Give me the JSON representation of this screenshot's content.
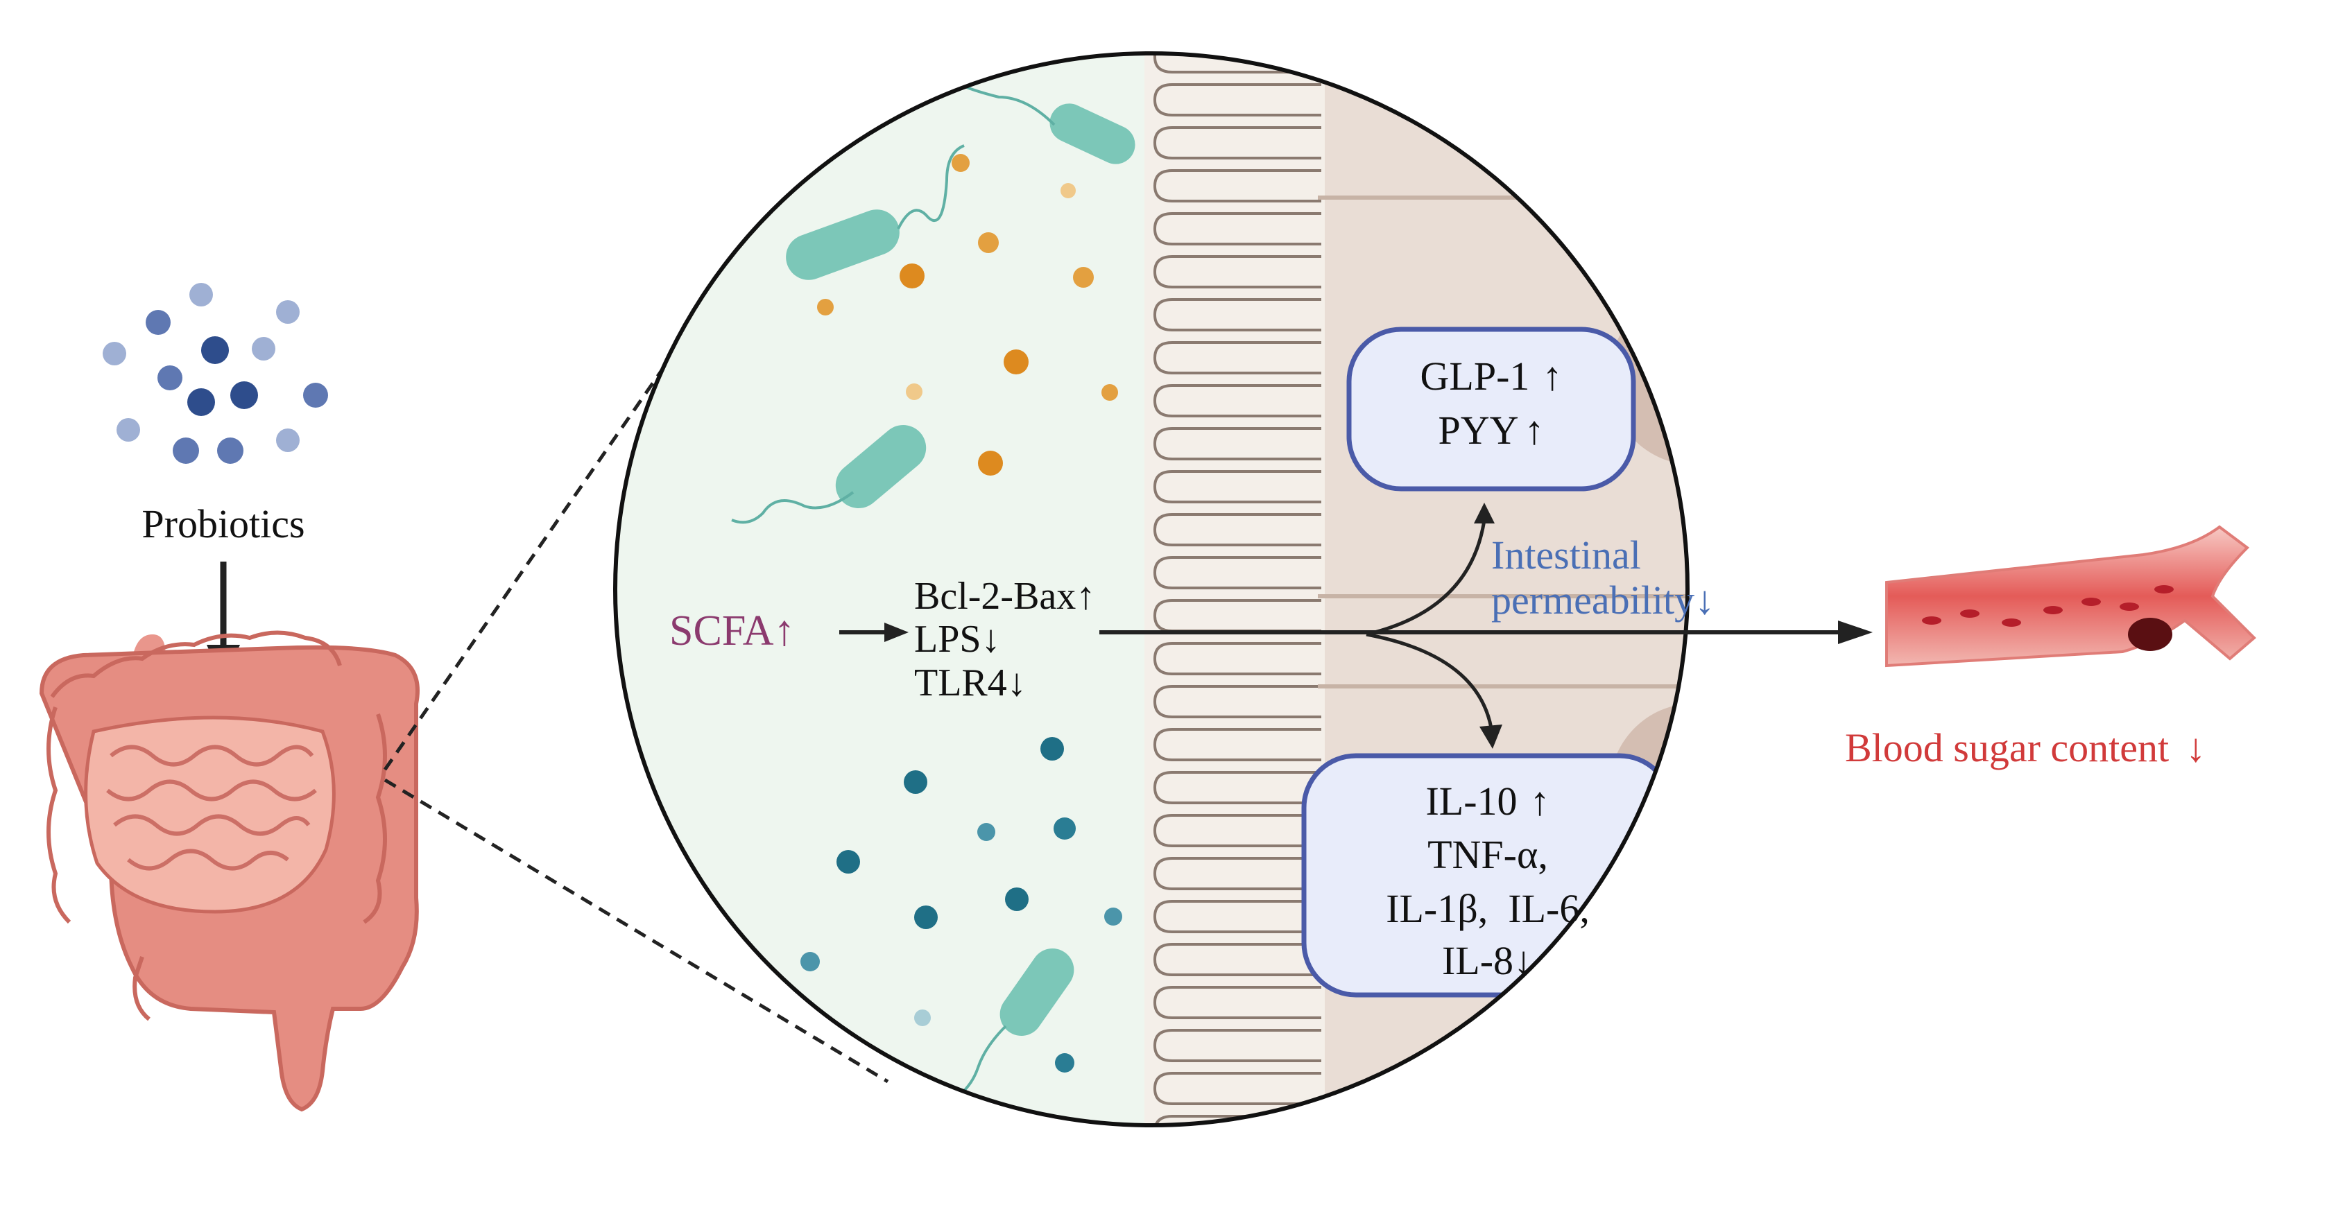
{
  "labels": {
    "probiotics": "Probiotics",
    "scfa": "SCFA",
    "scfa_arrow": "↑",
    "bcl_bax": "Bcl-2-Bax",
    "bcl_bax_arrow": "↑",
    "lps": "LPS",
    "lps_arrow": "↓",
    "tlr4": "TLR4",
    "tlr4_arrow": "↓",
    "glp1": "GLP-1",
    "glp1_arrow": "↑",
    "pyy": "PYY",
    "pyy_arrow": "↑",
    "intestinal": "Intestinal",
    "permeability": "permeability",
    "permeability_arrow": "↓",
    "il10": "IL-10",
    "il10_arrow": "↑",
    "tnf": "TNF-α,",
    "il1b_il6": "IL-1β,  IL-6,",
    "il8": "IL-8↓",
    "blood_sugar": "Blood sugar content",
    "blood_sugar_arrow": "↓"
  },
  "colors": {
    "scfa": "#8b3a6e",
    "permeability": "#4a6fb5",
    "blood_sugar": "#d13a3a",
    "box_border": "#4a5aa8",
    "box_fill": "#e8ecfa",
    "lumen": "#eef6ef",
    "tissue": "#e9ddd5",
    "intestine": "#e9968c"
  }
}
